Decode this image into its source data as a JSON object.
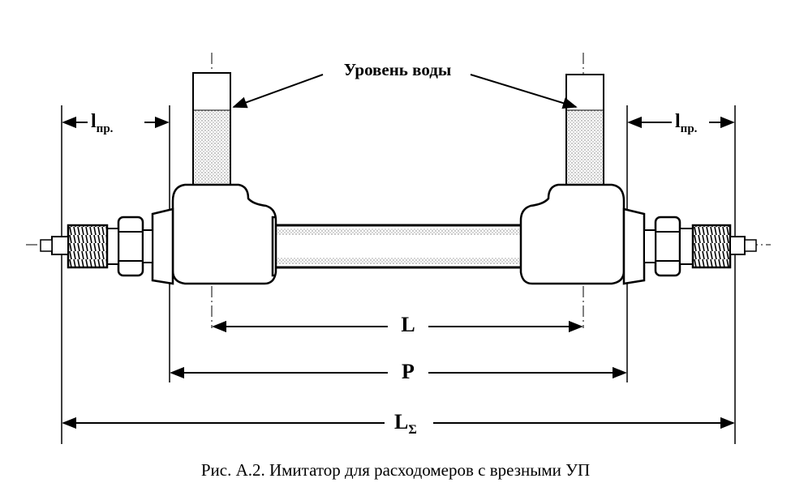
{
  "labels": {
    "water_level": "Уровень воды",
    "l_pr": "l",
    "l_pr_sub": "пр.",
    "L": "L",
    "P": "P",
    "L_sigma": "L",
    "L_sigma_sub": "Σ"
  },
  "caption": "Рис. А.2. Имитатор для расходомеров с врезными УП"
}
